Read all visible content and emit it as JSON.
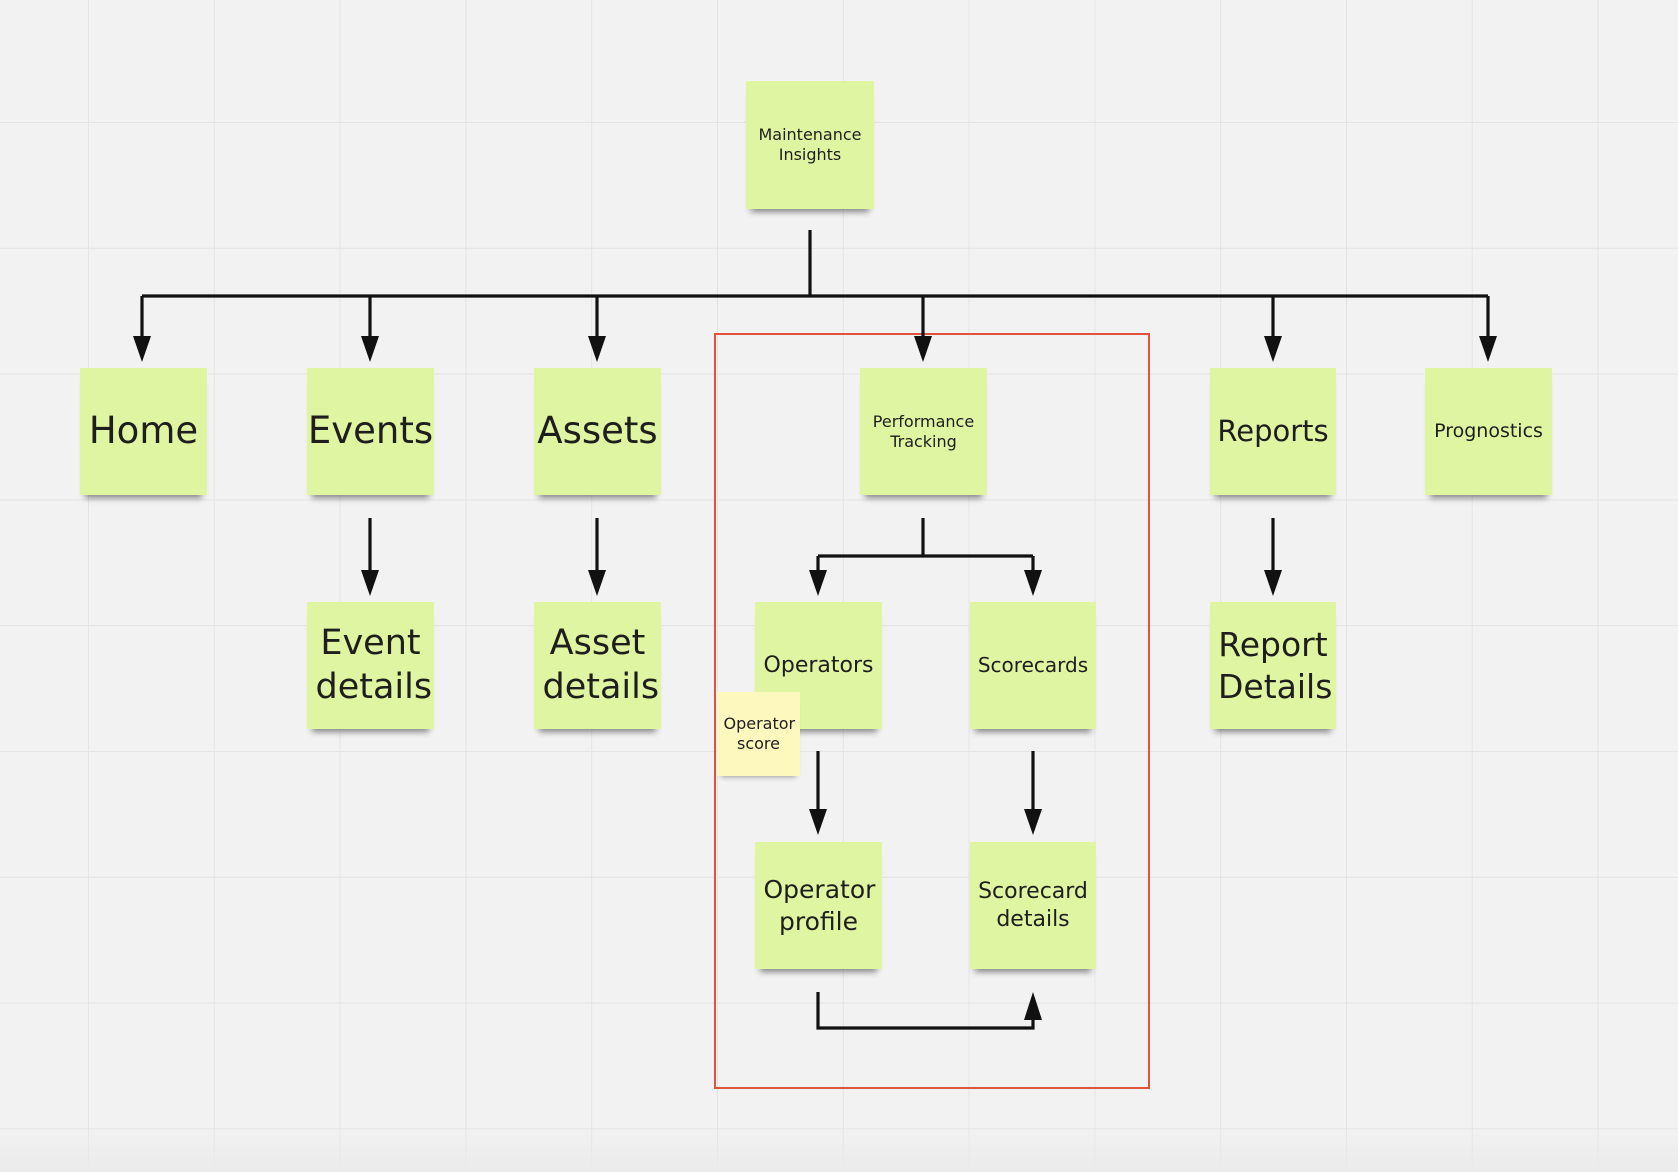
{
  "board": {
    "background": "#f2f2f2",
    "sticky_color": "#e0f5a2",
    "note_color": "#fdf8bd",
    "frame_color": "#e0533d",
    "connector_color": "#111111"
  },
  "nodes": {
    "root": "Maintenance Insights",
    "home": "Home",
    "events": "Events",
    "assets": "Assets",
    "performance": "Performance Tracking",
    "reports": "Reports",
    "prognostics": "Prognostics",
    "event_details": "Event details",
    "asset_details": "Asset details",
    "operators": "Operators",
    "scorecards": "Scorecards",
    "report_details": "Report Details",
    "operator_profile": "Operator profile",
    "scorecard_details": "Scorecard details",
    "operator_score": "Operator score"
  }
}
